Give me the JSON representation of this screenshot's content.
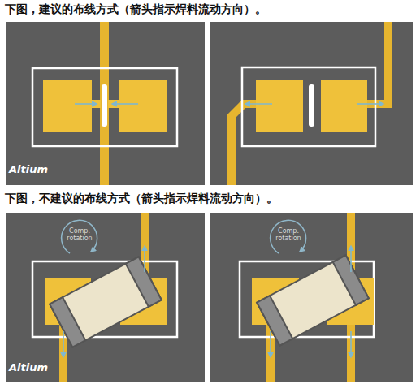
{
  "diagram": {
    "labels": [
      "下图，建议的布线方式（箭头指示焊料流动方向）。",
      "Altium",
      "下图，不建议的布线方式（箭头指示焊料流动方向）。",
      "Comp. rotation",
      "Comp. rotation",
      "Altium"
    ]
  }
}
